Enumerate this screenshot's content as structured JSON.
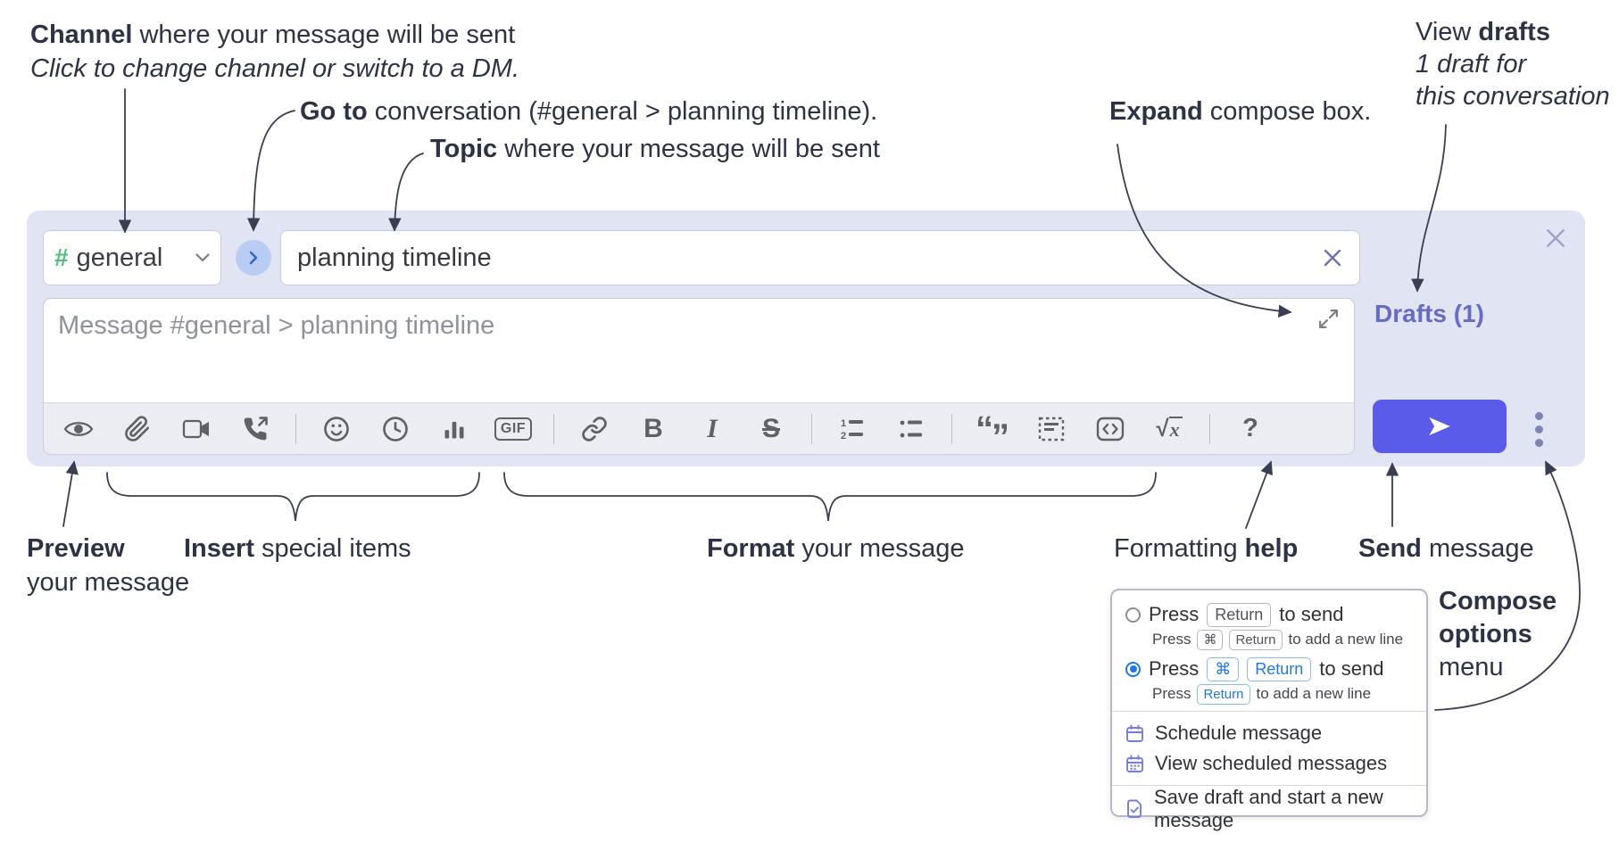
{
  "annotations": {
    "channel": {
      "bold": "Channel",
      "rest": " where your message will be sent",
      "line2": "Click to change channel or switch to a DM."
    },
    "goto": {
      "bold": "Go to",
      "rest": " conversation (#general > planning timeline)."
    },
    "topic": {
      "bold": "Topic",
      "rest": " where your message will be sent"
    },
    "expand": {
      "bold": "Expand",
      "rest": " compose box."
    },
    "view_drafts": {
      "line1_pre": "View ",
      "line1_bold": "drafts",
      "line2": "1 draft for",
      "line3": "this conversation"
    },
    "preview": {
      "bold": "Preview",
      "line2": "your message"
    },
    "insert": {
      "bold": "Insert",
      "rest": " special items"
    },
    "format": {
      "bold": "Format",
      "rest": " your message"
    },
    "formatting_help": {
      "pre": "Formatting ",
      "bold": "help"
    },
    "send": {
      "bold": "Send",
      "rest": " message"
    },
    "compose_options": {
      "line1": "Compose",
      "line2": "options",
      "line3": "menu"
    }
  },
  "compose": {
    "channel_hash": "#",
    "channel_name": "general",
    "topic_value": "planning timeline",
    "message_placeholder": "Message #general > planning timeline",
    "drafts_label": "Drafts (1)"
  },
  "toolbar": {
    "gif_label": "GIF",
    "bold_label": "B",
    "italic_label": "I",
    "strike_label": "S",
    "quote_open": "“",
    "quote_close": "”",
    "math_radical": "√",
    "math_var": "x",
    "help_label": "?"
  },
  "menu": {
    "press": "Press",
    "return_key": "Return",
    "cmd_key": "⌘",
    "to_send": "to send",
    "to_add_line": "to add a new line",
    "schedule": "Schedule message",
    "view_scheduled": "View scheduled messages",
    "save_draft": "Save draft and start a new message"
  },
  "colors": {
    "compose_bg": "#e1e4f2",
    "send_accent": "#5a5be8",
    "drafts_link": "#666dc0",
    "hash_green": "#52bd7c",
    "circle_btn_bg": "#b8ccf4",
    "circle_btn_chevron": "#2d6cc9",
    "radio_selected": "#1d79e0",
    "menu_icon_purple": "#787dd6",
    "annotation_ink": "#2e3245"
  }
}
